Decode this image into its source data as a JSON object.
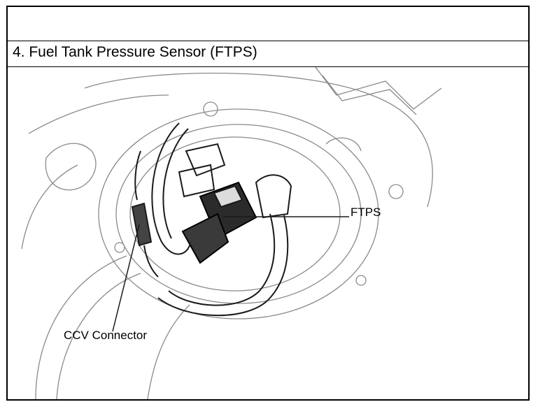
{
  "section": {
    "title": "4. Fuel Tank Pressure Sensor (FTPS)"
  },
  "callouts": {
    "ftps": "FTPS",
    "ccv_connector": "CCV Connector"
  }
}
